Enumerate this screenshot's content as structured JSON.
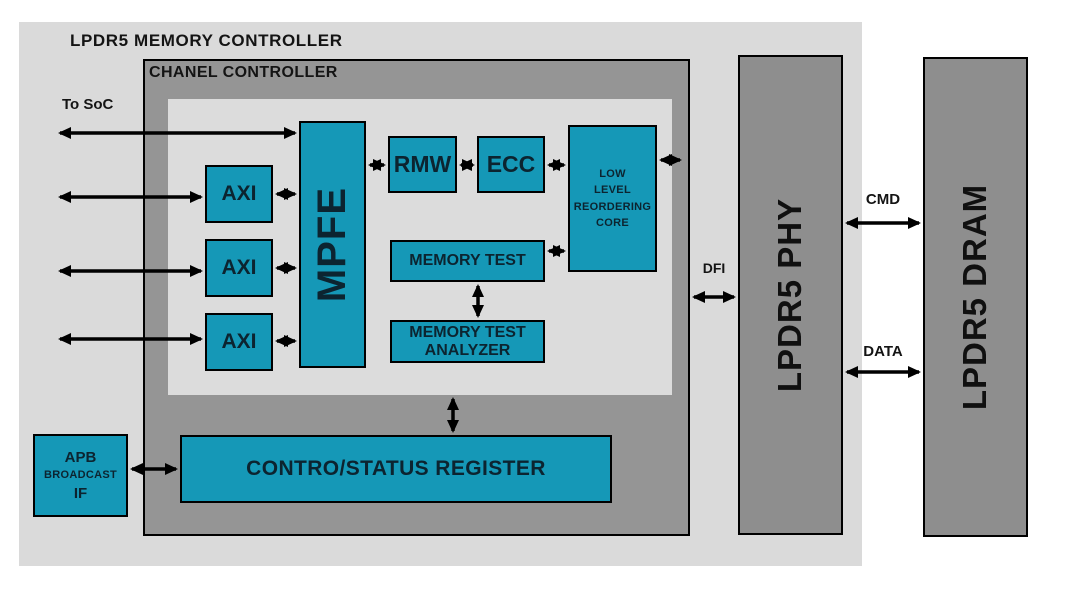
{
  "title": "LPDR5 MEMORY CONTROLLER",
  "channel": {
    "title": "CHANEL CONTROLLER"
  },
  "blocks": {
    "axi_1": {
      "label": "AXI"
    },
    "axi_2": {
      "label": "AXI"
    },
    "axi_3": {
      "label": "AXI"
    },
    "mpfe": {
      "label": "MPFE"
    },
    "rmw": {
      "label": "RMW"
    },
    "ecc": {
      "label": "ECC"
    },
    "low_level_reordering_core": {
      "label": "LOW\nLEVEL\nREORDERING\nCORE"
    },
    "memory_test": {
      "label": "MEMORY TEST"
    },
    "memory_test_analyzer": {
      "label": "MEMORY TEST\nANALYZER"
    },
    "apb_broadcast_if": {
      "line1": "APB",
      "line2": "BROADCAST",
      "line3": "IF"
    },
    "control_status_register": {
      "label": "CONTRO/STATUS REGISTER"
    },
    "lpdr5_phy": {
      "label": "LPDR5 PHY"
    },
    "lpdr5_dram": {
      "label": "LPDR5 DRAM"
    }
  },
  "bus_labels": {
    "to_soc": "To SoC",
    "dfi": "DFI",
    "cmd": "CMD",
    "data": "DATA"
  },
  "colors": {
    "block_teal": "#1598b7",
    "controller_bg": "#dadada",
    "channel_bg": "#959595",
    "phy_dram_bg": "#8e8e8e",
    "arrow": "#000000"
  }
}
